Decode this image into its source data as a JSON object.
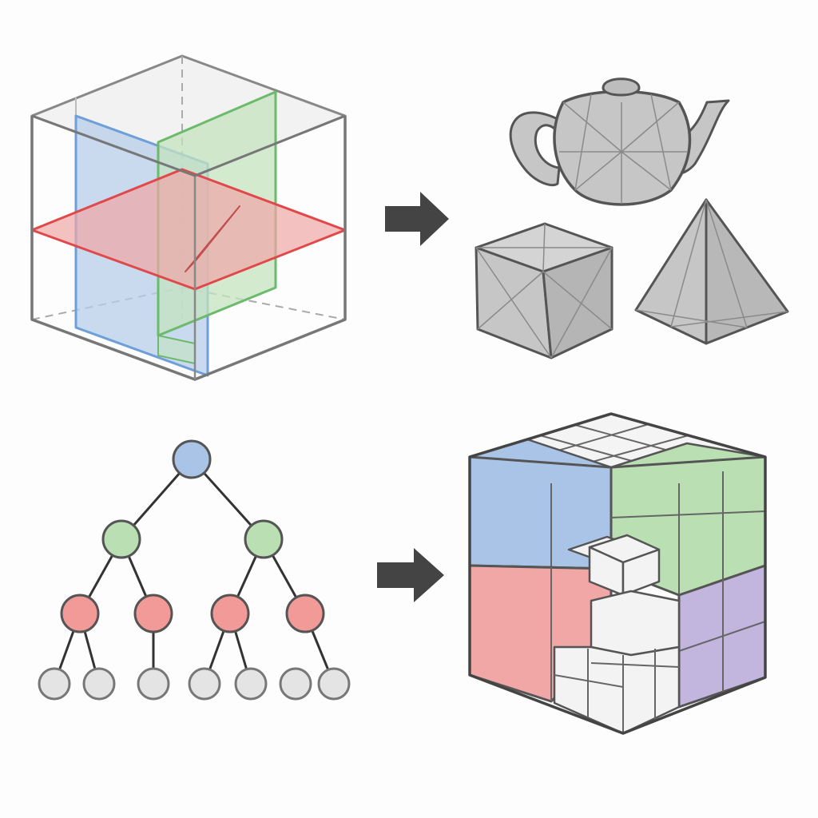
{
  "colors": {
    "background": "#fdfdfd",
    "outline": "#555555",
    "light_edge": "#9a9a9a",
    "blue": "#6f9fd8",
    "blue_fill": "#b7cde9",
    "green": "#6cba6c",
    "green_fill": "#c4e3bf",
    "red": "#e0484a",
    "red_fill": "#f0a7a6",
    "purple_fill": "#c2b5de",
    "gray_fill": "#c6c6c6",
    "gray_dark": "#a9a9a9",
    "leaf_fill": "#e4e4e4",
    "arrow": "#444444"
  },
  "panels": [
    {
      "name": "bsp-splitting-planes",
      "icon": "cube-with-planes-icon"
    },
    {
      "name": "mesh-objects",
      "icon": "teapot-cube-pyramid-icon"
    },
    {
      "name": "binary-tree",
      "icon": "tree-icon"
    },
    {
      "name": "octree-cube",
      "icon": "subdivided-cube-icon"
    }
  ],
  "tree": {
    "levels": [
      [
        "blue"
      ],
      [
        "green",
        "green"
      ],
      [
        "red",
        "red",
        "red",
        "red"
      ],
      [
        "leaf",
        "leaf",
        "leaf",
        "leaf",
        "leaf",
        "leaf",
        "leaf"
      ]
    ]
  },
  "arrows": [
    "right-arrow-icon",
    "right-arrow-icon"
  ]
}
